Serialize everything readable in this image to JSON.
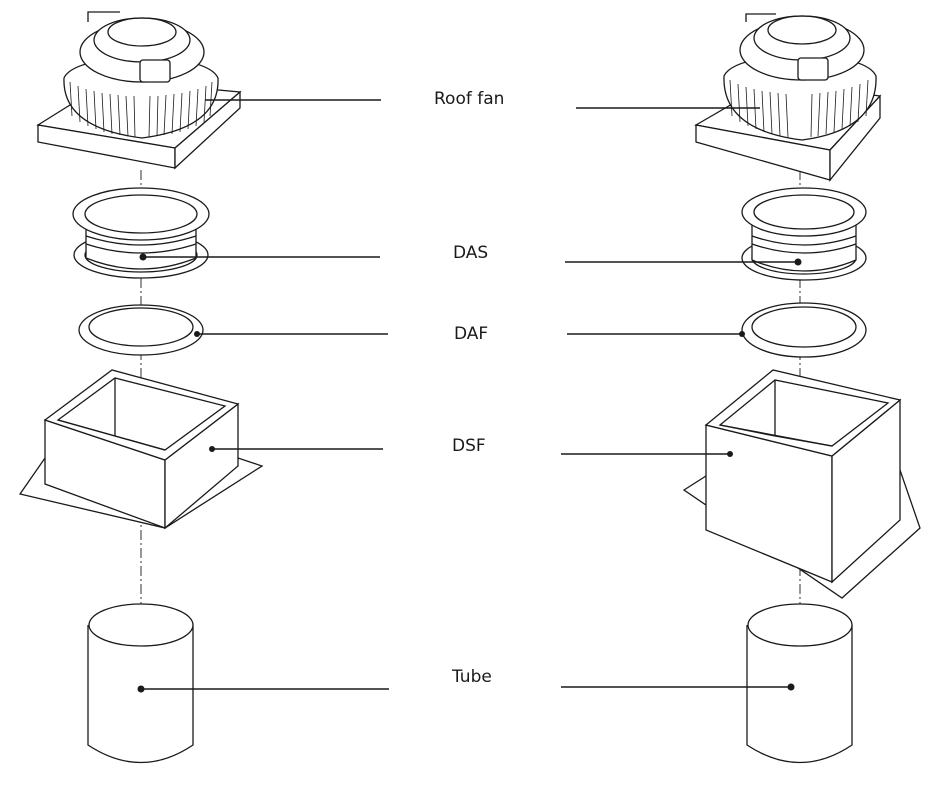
{
  "labels": {
    "roof_fan": "Roof fan",
    "das": "DAS",
    "daf": "DAF",
    "dsf": "DSF",
    "tube": "Tube"
  },
  "colors": {
    "line": "#1a1a1a",
    "background": "#ffffff"
  }
}
